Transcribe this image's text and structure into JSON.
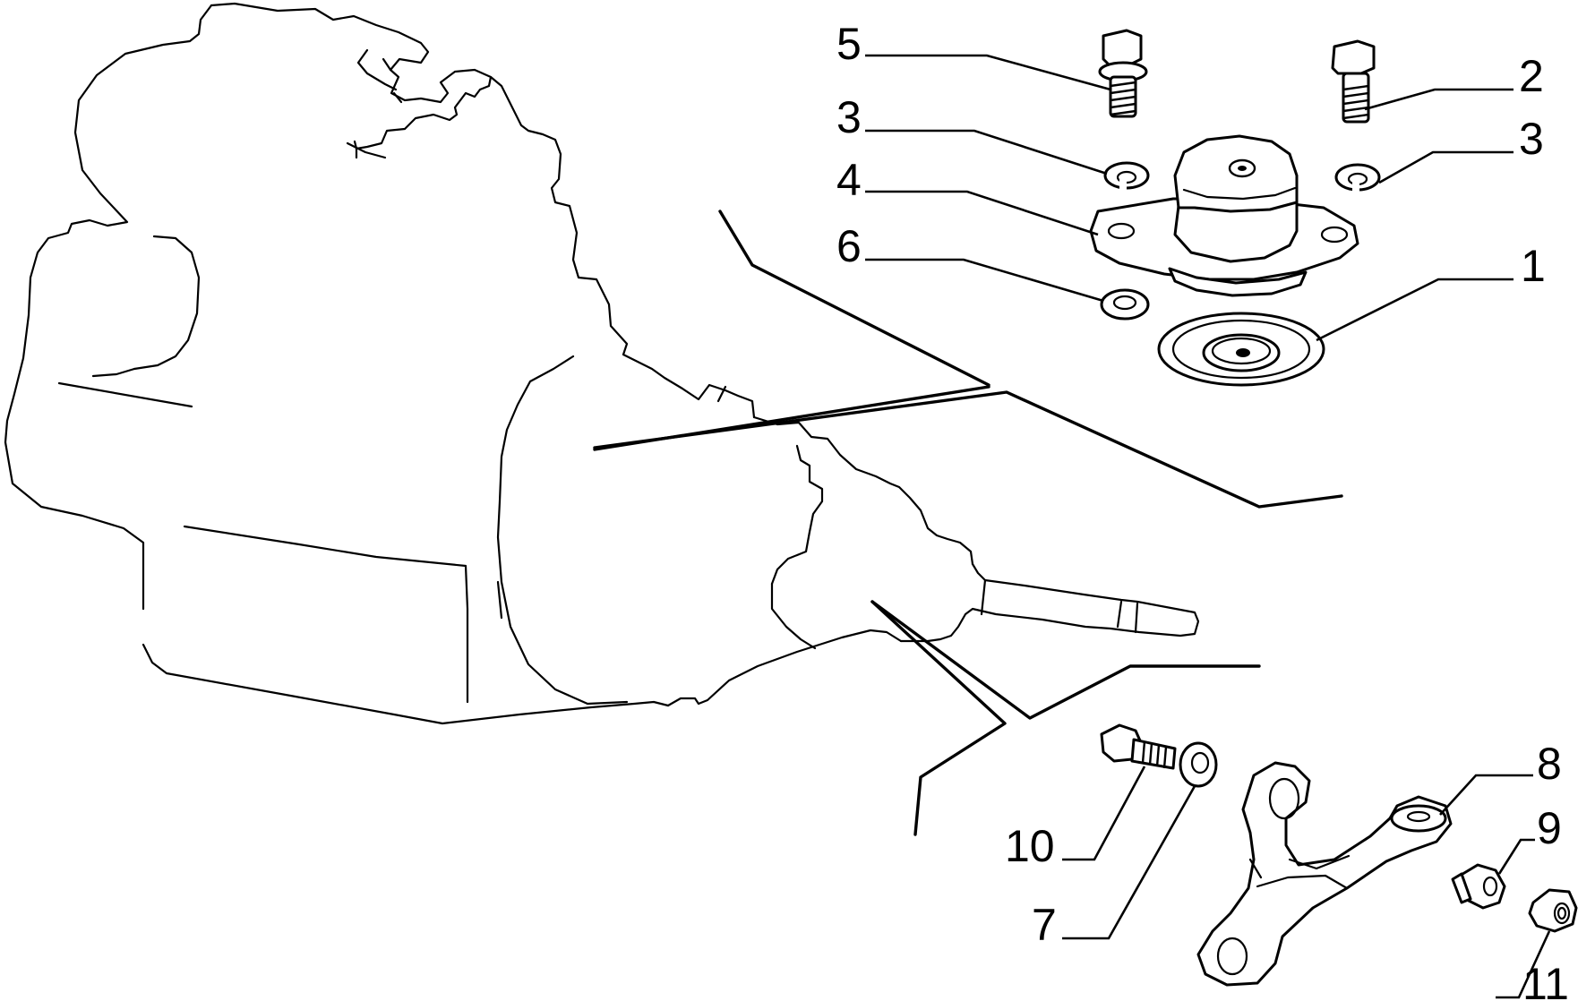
{
  "callouts": [
    {
      "id": "5",
      "label": "5"
    },
    {
      "id": "3a",
      "label": "3"
    },
    {
      "id": "4",
      "label": "4"
    },
    {
      "id": "6",
      "label": "6"
    },
    {
      "id": "2",
      "label": "2"
    },
    {
      "id": "3b",
      "label": "3"
    },
    {
      "id": "1",
      "label": "1"
    },
    {
      "id": "8",
      "label": "8"
    },
    {
      "id": "9",
      "label": "9"
    },
    {
      "id": "10",
      "label": "10"
    },
    {
      "id": "7",
      "label": "7"
    },
    {
      "id": "11",
      "label": "11"
    }
  ]
}
